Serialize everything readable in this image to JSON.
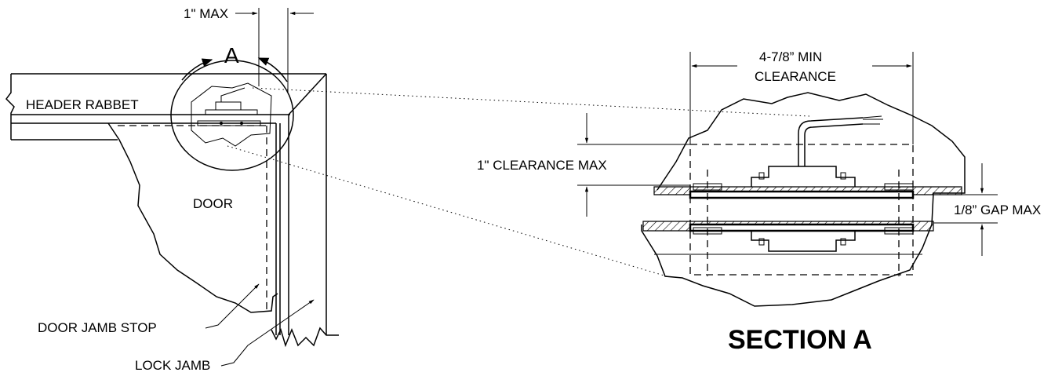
{
  "labels": {
    "one_inch_max": "1\" MAX",
    "detail_a": "A",
    "header_rabbet": "HEADER RABBET",
    "door": "DOOR",
    "door_jamb_stop": "DOOR JAMB STOP",
    "lock_jamb": "LOCK JAMB",
    "min_clearance_line1": "4-7/8” MIN",
    "min_clearance_line2": "CLEARANCE",
    "clearance_max": "1\" CLEARANCE MAX",
    "gap_max": "1/8” GAP MAX",
    "section_title": "SECTION A"
  }
}
